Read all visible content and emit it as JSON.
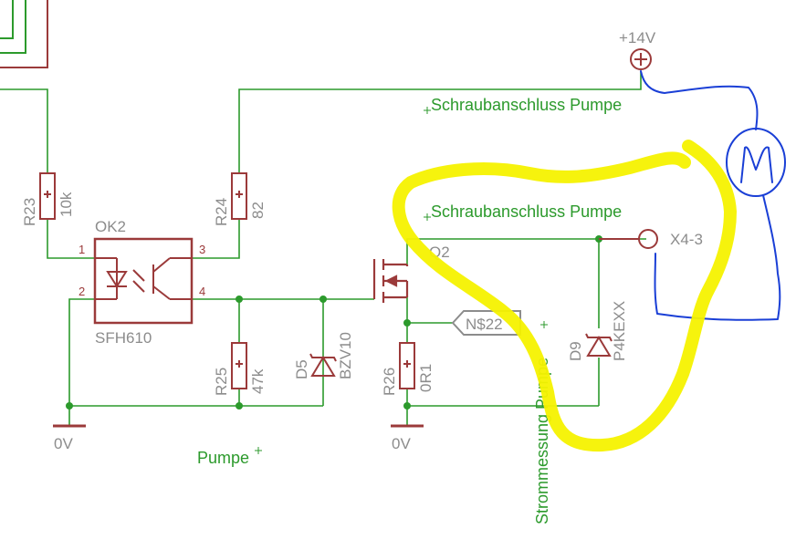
{
  "supply": {
    "voltage": "+14V"
  },
  "ground_labels": [
    "0V",
    "0V"
  ],
  "optocoupler": {
    "ref": "OK2",
    "part": "SFH610",
    "pins": [
      "1",
      "2",
      "3",
      "4"
    ]
  },
  "resistors": {
    "r23": {
      "ref": "R23",
      "value": "10k"
    },
    "r24": {
      "ref": "R24",
      "value": "82"
    },
    "r25": {
      "ref": "R25",
      "value": "47k"
    },
    "r26": {
      "ref": "R26",
      "value": "0R1"
    }
  },
  "diodes": {
    "d5": {
      "ref": "D5",
      "value": "BZV10"
    },
    "d9": {
      "ref": "D9",
      "value": "P4KEXX"
    }
  },
  "transistor": {
    "ref": "Q2"
  },
  "connector": {
    "ref": "X4-3"
  },
  "net_labels": {
    "screw_top": "Schraubanschluss Pumpe",
    "screw_mid": "Schraubanschluss Pumpe",
    "pump": "Pumpe",
    "current_sense": "Strommessung Pumpe",
    "net22": "N$22"
  },
  "motor": {
    "symbol": "M"
  },
  "colors": {
    "wire": "#2c9a2c",
    "part": "#9b3a3a",
    "ref_text": "#8c8c8c",
    "net_text": "#2c9a2c",
    "annotation_yellow": "#f5f200",
    "annotation_blue": "#1a3fd6"
  }
}
